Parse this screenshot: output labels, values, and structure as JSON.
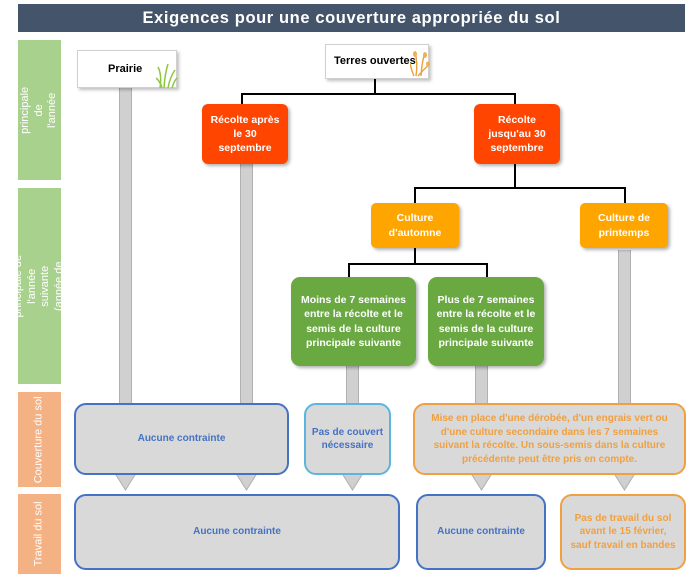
{
  "title": "Exigences pour une couverture appropriée du sol",
  "side_labels": {
    "culture_courante": "Culture principale de l'année en cours",
    "culture_suivante": "Culture principale de l'année suivante (année de contributions)",
    "couverture": "Couverture du sol",
    "travail": "Travail du sol"
  },
  "nodes": {
    "prairie": "Prairie",
    "terres_ouvertes": "Terres ouvertes",
    "recolte_apres": "Récolte après le 30 septembre",
    "recolte_jusqu": "Récolte jusqu'au 30 septembre",
    "culture_automne": "Culture d'automne",
    "culture_printemps": "Culture de printemps",
    "moins_7": "Moins de 7 semaines entre la récolte et le semis de la culture principale suivante",
    "plus_7": "Plus de 7 semaines entre la récolte et le semis de la culture principale suivante"
  },
  "couverture": {
    "aucune": "Aucune contrainte",
    "pas_couvert": "Pas de couvert nécessaire",
    "derobee": "Mise en place d'une dérobée, d'un engrais vert ou d'une culture secondaire dans les 7 semaines suivant la récolte. Un sous-semis dans la culture précédente peut être pris en compte."
  },
  "travail": {
    "aucune_1": "Aucune contrainte",
    "aucune_2": "Aucune contrainte",
    "pas_travail": "Pas de travail du sol avant le 15 février, sauf travail en bandes"
  },
  "colors": {
    "title_bg": "#44546a",
    "side_green": "#a9d18e",
    "side_orange": "#f4b183",
    "harvest": "#ff4500",
    "season": "#ffa500",
    "weeks": "#6aa842",
    "blue": "#4472c4",
    "orange": "#f0a040"
  }
}
